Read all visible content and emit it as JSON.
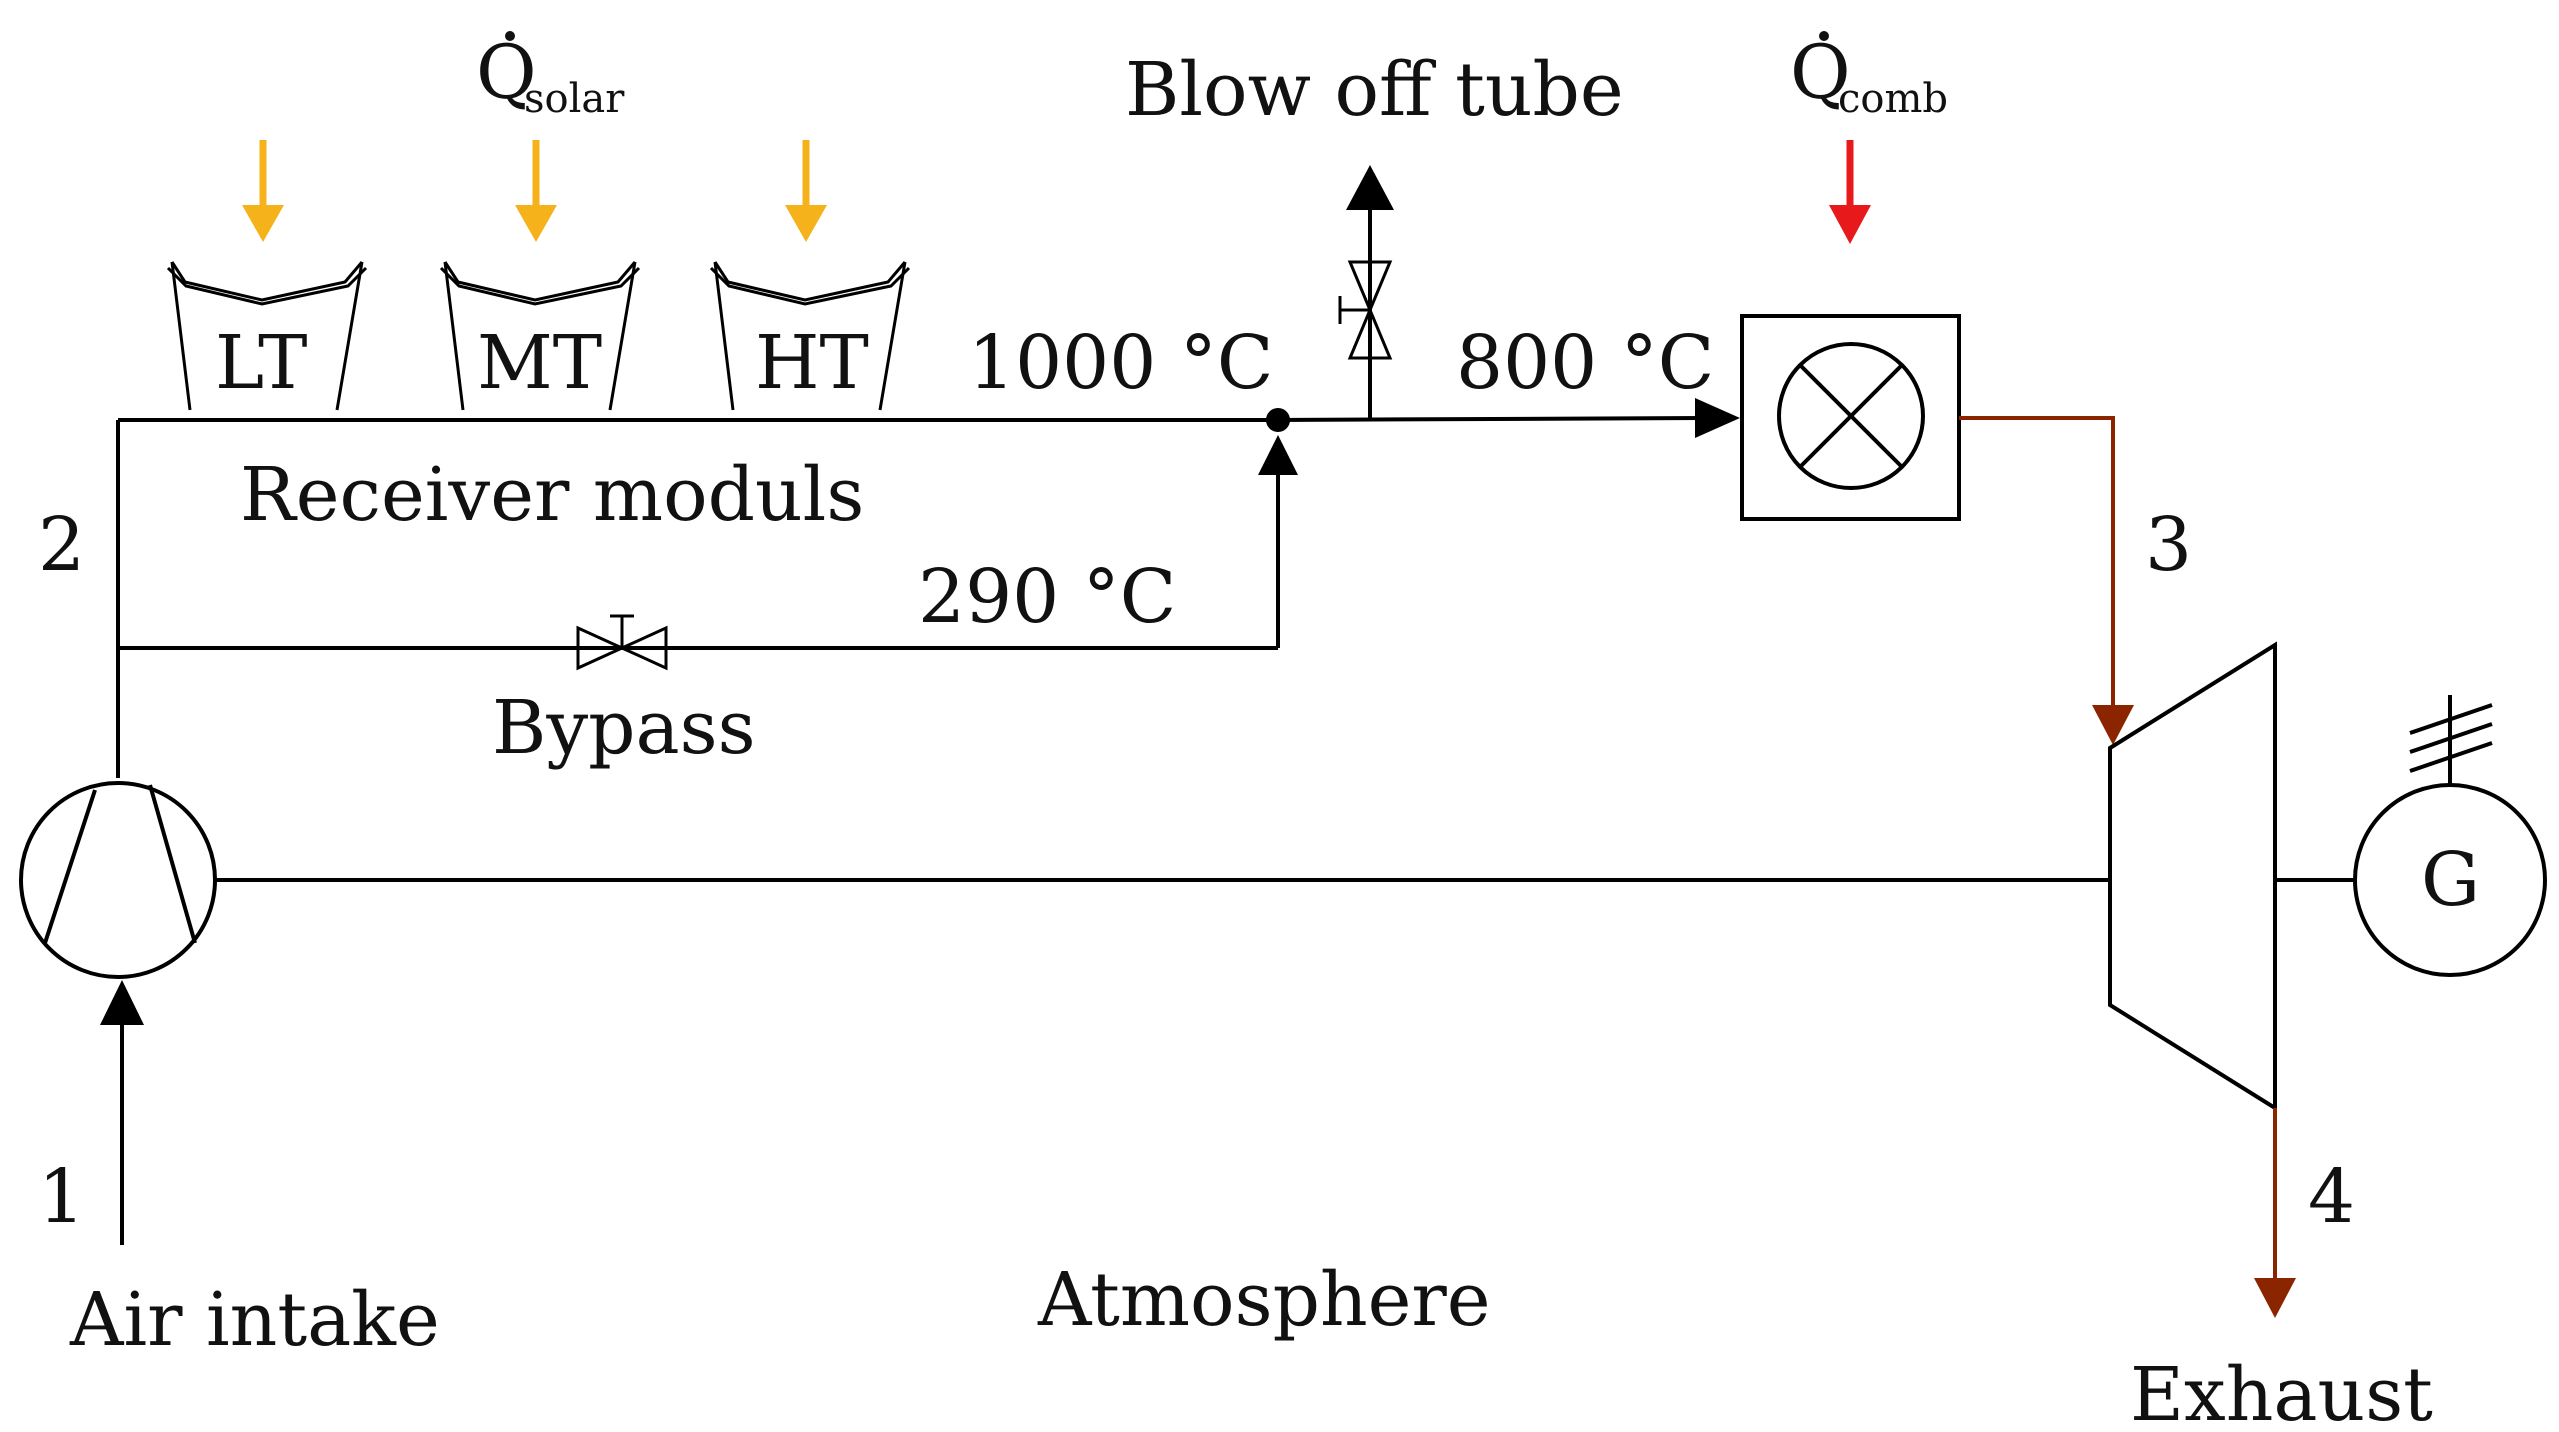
{
  "labels": {
    "q_solar_symbol": "Q",
    "q_solar_sub": "solar",
    "q_comb_symbol": "Q",
    "q_comb_sub": "comb",
    "blow_off_tube": "Blow off tube",
    "module_lt": "LT",
    "module_mt": "MT",
    "module_ht": "HT",
    "temp_1000": "1000 °C",
    "temp_800": "800 °C",
    "temp_290": "290 °C",
    "receiver_moduls": "Receiver moduls",
    "bypass": "Bypass",
    "air_intake": "Air intake",
    "atmosphere": "Atmosphere",
    "exhaust": "Exhaust",
    "generator": "G",
    "state_1": "1",
    "state_2": "2",
    "state_3": "3",
    "state_4": "4"
  },
  "colors": {
    "solar_arrow": "#f5b21a",
    "comb_arrow": "#e8191b",
    "hot_gas_line": "#8b2500",
    "line": "#000000"
  }
}
